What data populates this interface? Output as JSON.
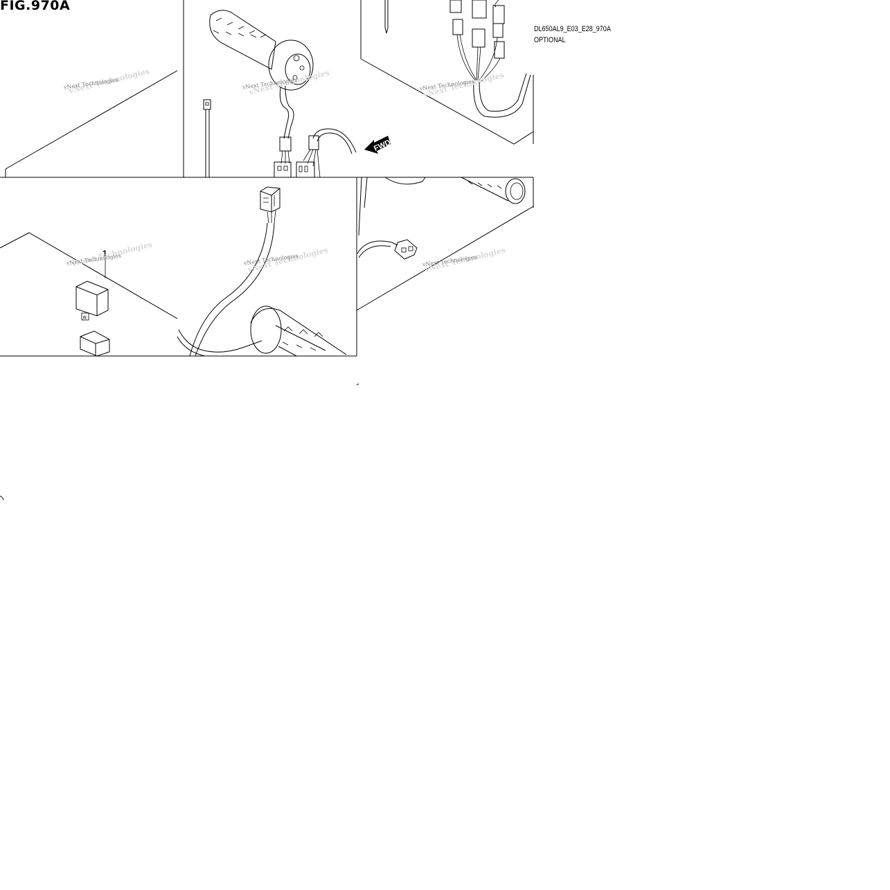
{
  "figure": {
    "title": "FIG.970A",
    "part_code": "DL650AL9_E03_E28_970A",
    "optional_label": "OPTIONAL",
    "callouts": [
      {
        "label": "1"
      }
    ],
    "direction_arrow": "FWD",
    "watermark": "vNext Technologies"
  }
}
